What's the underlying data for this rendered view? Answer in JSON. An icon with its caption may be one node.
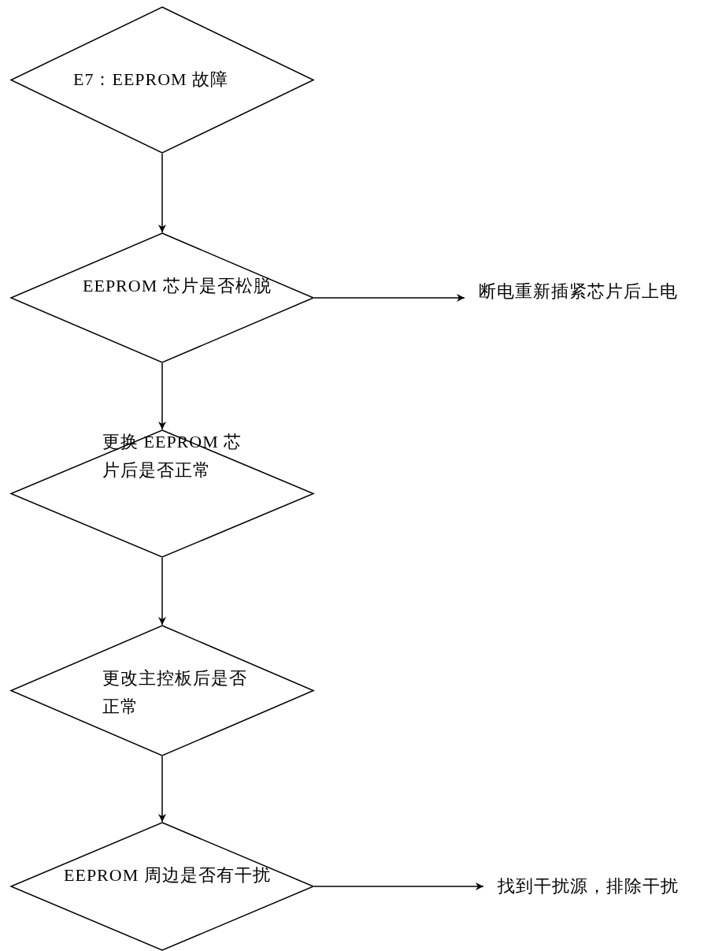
{
  "diagram": {
    "nodes": [
      {
        "text": [
          "E7：EEPROM 故障"
        ]
      },
      {
        "text": [
          "EEPROM 芯片是否松脱"
        ]
      },
      {
        "text": [
          "断电重新插紧芯片后上电"
        ]
      },
      {
        "text": [
          "更换 EEPROM 芯片后是否正常"
        ]
      },
      {
        "text": [
          "更改主控板后是否正常"
        ]
      },
      {
        "text": [
          "EEPROM 周边是否有干扰"
        ]
      },
      {
        "text": [
          "找到干扰源，排除干扰"
        ]
      }
    ],
    "edges": [
      {
        "from": 0,
        "to": 1,
        "arrow": "to"
      },
      {
        "from": 1,
        "to": 2,
        "arrow": "to"
      },
      {
        "from": 1,
        "to": 3,
        "arrow": "to"
      },
      {
        "from": 3,
        "to": 4,
        "arrow": "to"
      },
      {
        "from": 4,
        "to": 5,
        "arrow": "to"
      },
      {
        "from": 5,
        "to": 6,
        "arrow": "to"
      }
    ]
  }
}
